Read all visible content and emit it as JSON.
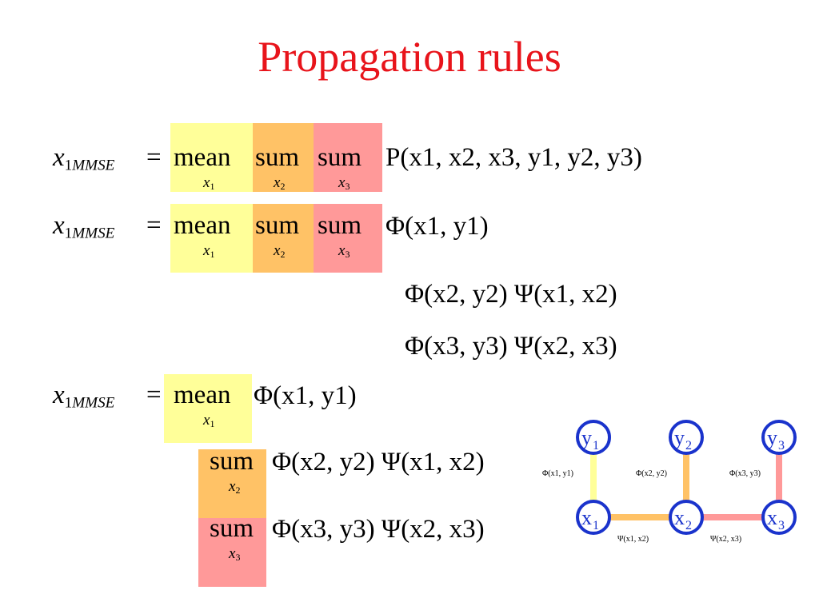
{
  "slide": {
    "title": "Propagation rules"
  },
  "colors": {
    "title": "#e8141b",
    "x1_box": "#ffff99",
    "x2_box": "#ffc266",
    "x3_box": "#ff9999",
    "node_border": "#1a33cc",
    "edge_x1y1": "#ffff99",
    "edge_x2y2": "#ffc266",
    "edge_x1x2": "#ffc266",
    "edge_x3y3": "#ff9999",
    "edge_x2x3": "#ff9999"
  },
  "eq": {
    "lhs_var": "x",
    "lhs_sub": "1",
    "lhs_sub_it": "MMSE",
    "equals": "=",
    "mean": "mean",
    "sum": "sum",
    "v_x": "x",
    "s1": "1",
    "s2": "2",
    "s3": "3"
  },
  "eq1": {
    "rhs": "P(x1, x2, x3, y1, y2, y3)"
  },
  "eq2": {
    "rhs": "Φ(x1, y1)",
    "line2": "Φ(x2, y2) Ψ(x1, x2)",
    "line3": "Φ(x3, y3) Ψ(x2, x3)"
  },
  "eq3": {
    "rhs": "Φ(x1, y1)",
    "line2": "Φ(x2, y2) Ψ(x1, x2)",
    "line3": "Φ(x3, y3) Ψ(x2, x3)"
  },
  "graph": {
    "nodes": {
      "y1": {
        "base": "y",
        "sub": "1"
      },
      "y2": {
        "base": "y",
        "sub": "2"
      },
      "y3": {
        "base": "y",
        "sub": "3"
      },
      "x1": {
        "base": "x",
        "sub": "1"
      },
      "x2": {
        "base": "x",
        "sub": "2"
      },
      "x3": {
        "base": "x",
        "sub": "3"
      }
    },
    "edge_labels": {
      "phi1": "Φ(x1, y1)",
      "phi2": "Φ(x2, y2)",
      "phi3": "Φ(x3, y3)",
      "psi12": "Ψ(x1, x2)",
      "psi23": "Ψ(x2, x3)"
    }
  }
}
